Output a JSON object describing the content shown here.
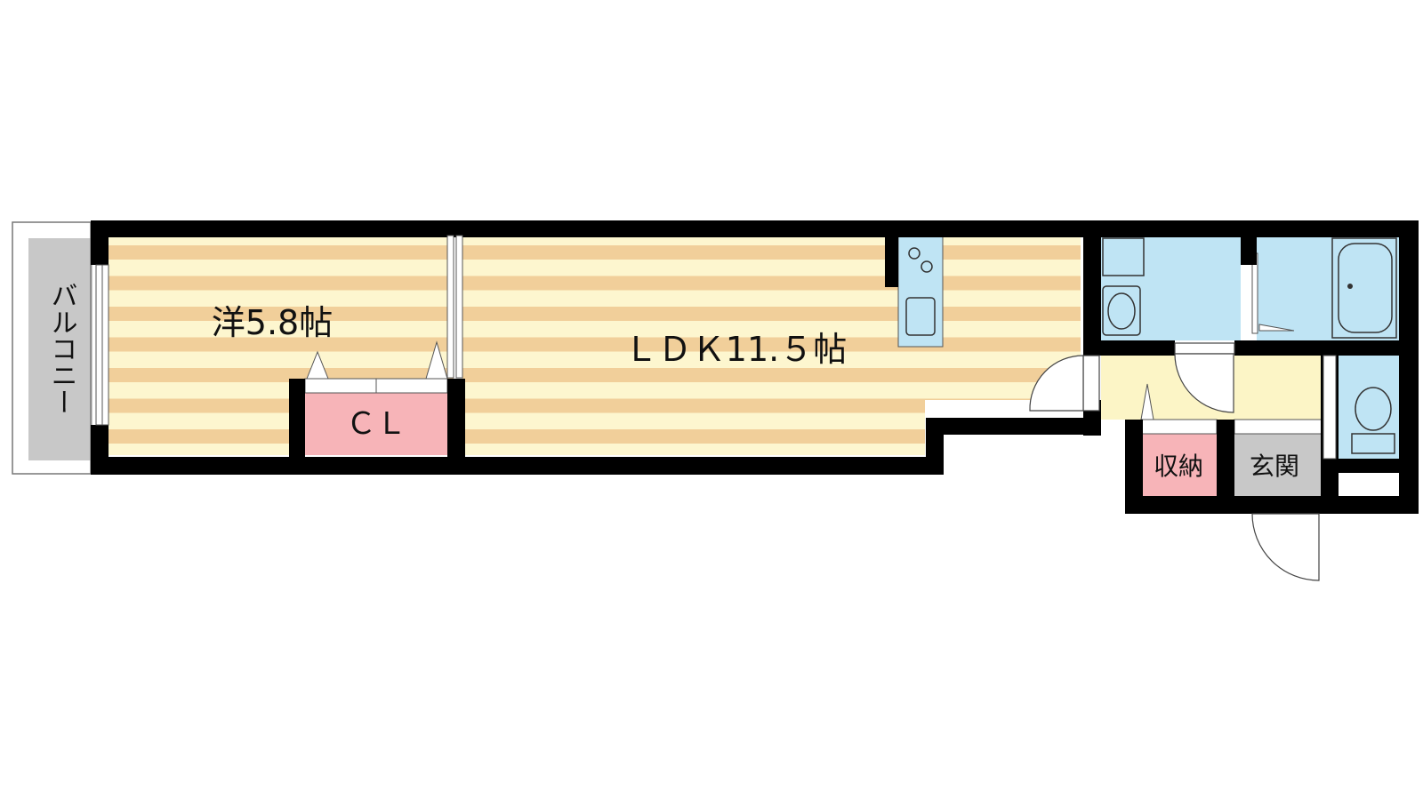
{
  "rooms": {
    "balcony": {
      "label": "バルコニー"
    },
    "western_room": {
      "label": "洋5.8帖"
    },
    "closet": {
      "label": "ＣＬ"
    },
    "ldk": {
      "label": "ＬＤＫ11.５帖"
    },
    "storage": {
      "label": "収納"
    },
    "entrance": {
      "label": "玄関"
    }
  },
  "colors": {
    "wall": "#000000",
    "floor_light": "#fdf6cf",
    "floor_stripe": "#f1cf9a",
    "closet": "#f7b4b8",
    "wet_area": "#bfe4f4",
    "hall": "#fcf5c6",
    "balcony": "#c8c8c8",
    "entrance": "#c8c8c8"
  }
}
